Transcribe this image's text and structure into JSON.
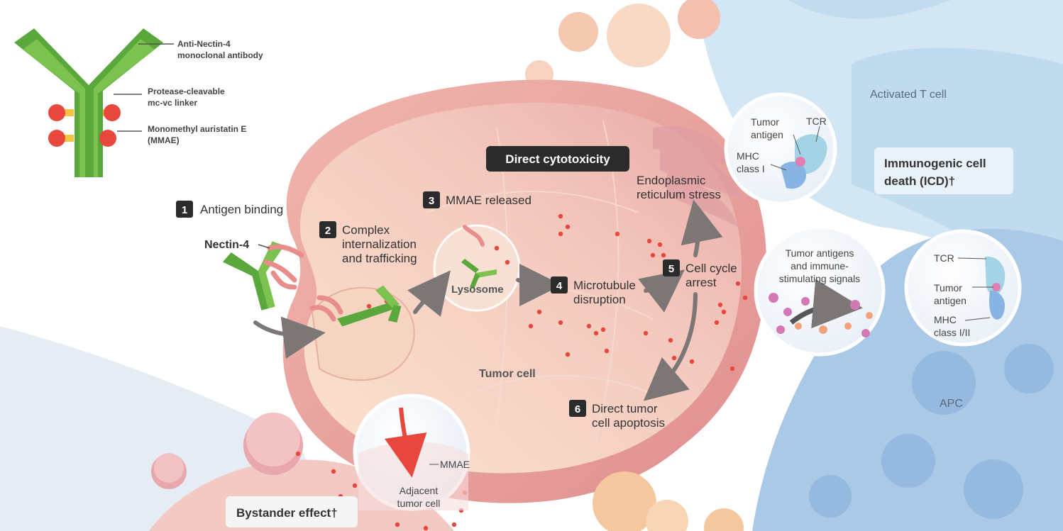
{
  "antibody_legend": {
    "antibody_line1": "Anti-Nectin-4",
    "antibody_line2": "monoclonal antibody",
    "linker_line1": "Protease-cleavable",
    "linker_line2": "mc-vc linker",
    "payload_line1": "Monomethyl auristatin E",
    "payload_line2": "(MMAE)"
  },
  "steps": [
    {
      "num": "1",
      "lines": [
        "Antigen binding"
      ]
    },
    {
      "num": "2",
      "lines": [
        "Complex",
        "internalization",
        "and trafficking"
      ]
    },
    {
      "num": "3",
      "lines": [
        "MMAE released"
      ]
    },
    {
      "num": "4",
      "lines": [
        "Microtubule",
        "disruption"
      ]
    },
    {
      "num": "5",
      "lines": [
        "Cell cycle",
        "arrest"
      ]
    },
    {
      "num": "6",
      "lines": [
        "Direct tumor",
        "cell apoptosis"
      ]
    }
  ],
  "labels": {
    "nectin4": "Nectin-4",
    "lysosome": "Lysosome",
    "tumor_cell": "Tumor cell",
    "direct_cytotoxicity": "Direct cytotoxicity",
    "er_stress_line1": "Endoplasmic",
    "er_stress_line2": "reticulum stress",
    "activated_t_cell": "Activated T cell",
    "icd_line1": "Immunogenic cell",
    "icd_line2": "death (ICD)†",
    "apc": "APC",
    "bystander_effect": "Bystander effect†"
  },
  "insets": {
    "tcell": {
      "tumor_line1": "Tumor",
      "tumor_line2": "antigen",
      "tcr": "TCR",
      "mhc_line1": "MHC",
      "mhc_line2": "class I"
    },
    "signals": {
      "line1": "Tumor antigens",
      "line2": "and immune-",
      "line3": "stimulating signals"
    },
    "apc": {
      "tcr": "TCR",
      "tumor_line1": "Tumor",
      "tumor_line2": "antigen",
      "mhc_line1": "MHC",
      "mhc_line2": "class I/II"
    },
    "bystander": {
      "mmae": "MMAE",
      "adjacent_line1": "Adjacent",
      "adjacent_line2": "tumor cell"
    }
  },
  "colors": {
    "antibody_green": "#5aa83c",
    "antibody_green_light": "#7cc24e",
    "payload_red": "#e8473d",
    "linker_yellow": "#f3c343",
    "tumor_pink": "#e9a1a1",
    "tumor_inner": "#f2c3b8",
    "tcell_blue": "#c9e0f0",
    "apc_blue": "#9bbfe0",
    "label_dark": "#2b2b2b"
  }
}
